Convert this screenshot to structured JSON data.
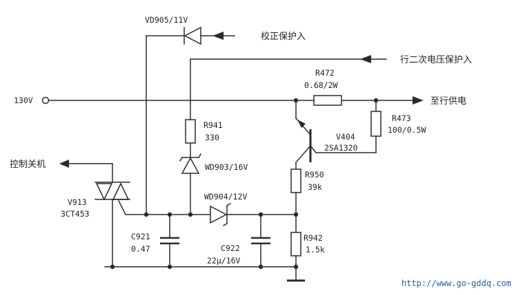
{
  "labels": {
    "v130": "130V",
    "vd905": "VD905/11V",
    "calib_in": "校正保护入",
    "hv_prot_in": "行二次电压保护入",
    "r472_name": "R472",
    "r472_val": "0.68/2W",
    "to_hsupply": "至行供电",
    "r473_name": "R473",
    "r473_val": "100/0.5W",
    "v404_name": "V404",
    "v404_val": "2SA1320",
    "r941_name": "R941",
    "r941_val": "330",
    "wd903": "WD903/16V",
    "ctrl_off": "控制关机",
    "r950_name": "R950",
    "r950_val": "39k",
    "wd904": "WD904/12V",
    "v913_name": "V913",
    "v913_val": "3CT453",
    "c921_name": "C921",
    "c921_val": "0.47",
    "c922_name": "C922",
    "c922_val": "22μ/16V",
    "r942_name": "R942",
    "r942_val": "1.5k",
    "url": "http://www.go-gddq.com"
  }
}
